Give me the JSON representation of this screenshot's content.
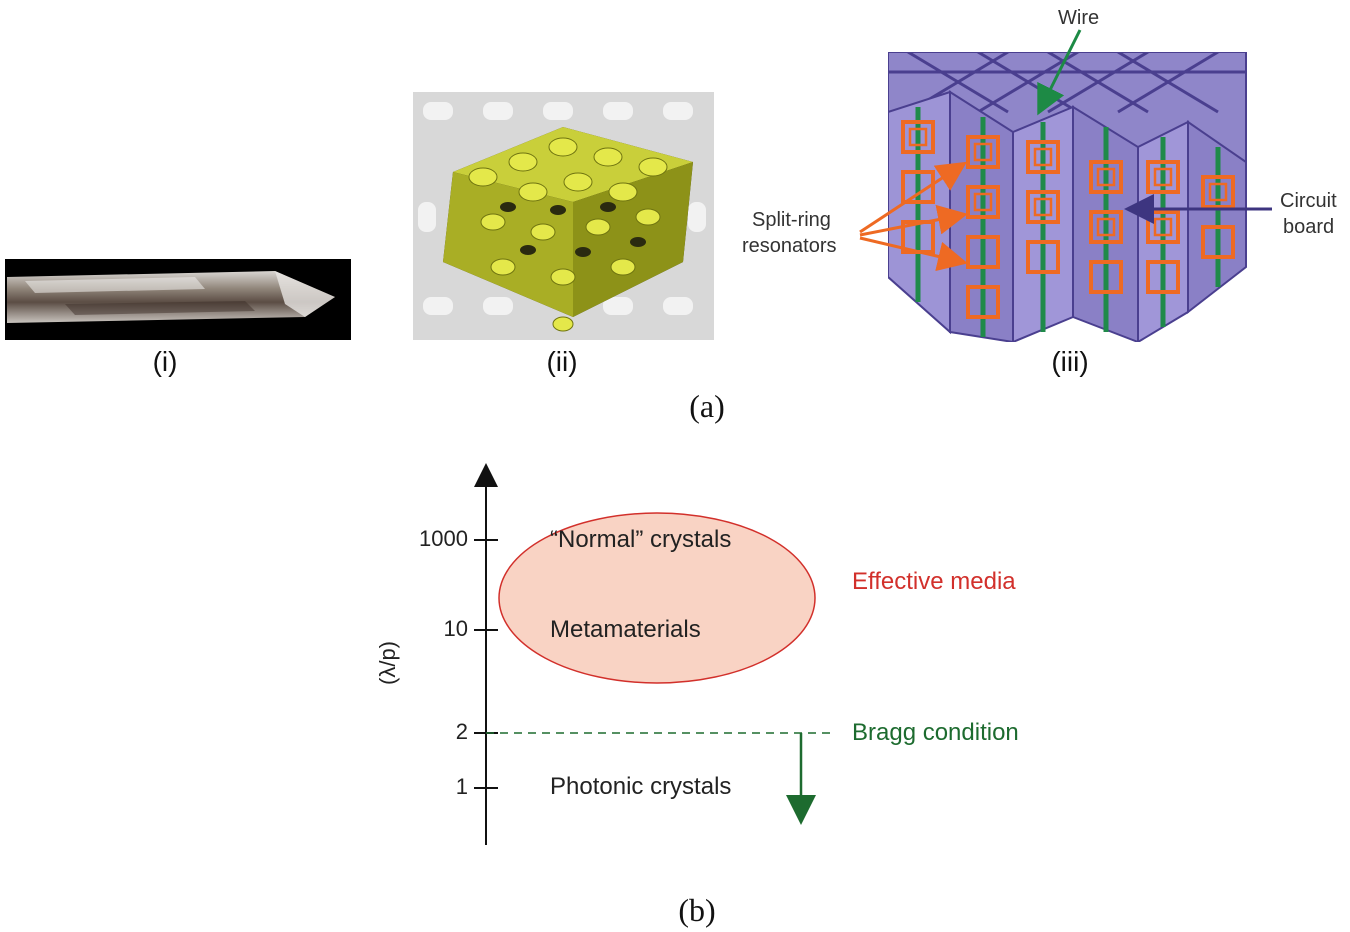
{
  "panel_a": {
    "caption": "(a)",
    "items": [
      {
        "label": "(i)"
      },
      {
        "label": "(ii)"
      },
      {
        "label": "(iii)"
      }
    ],
    "panel_iii_labels": {
      "wire": "Wire",
      "split_ring_line1": "Split-ring",
      "split_ring_line2": "resonators",
      "circuit_line1": "Circuit",
      "circuit_line2": "board"
    }
  },
  "panel_b": {
    "caption": "(b)",
    "y_axis_label": "(λ/p)",
    "ticks": [
      "1000",
      "10",
      "2",
      "1"
    ],
    "regions": {
      "normal_crystals": "“Normal” crystals",
      "metamaterials": "Metamaterials",
      "photonic_crystals": "Photonic crystals",
      "effective_media": "Effective media",
      "bragg_condition": "Bragg condition"
    },
    "colors": {
      "effective_media": "#d2302b",
      "bragg": "#1d6b2f",
      "ellipse_fill": "#f9d3c4"
    }
  }
}
